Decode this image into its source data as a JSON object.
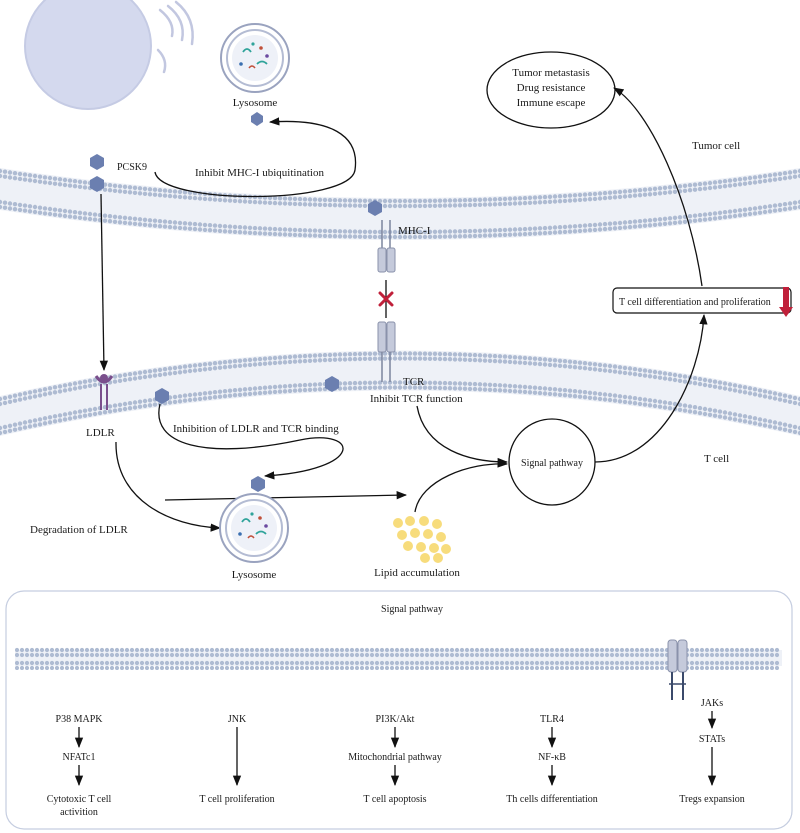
{
  "labels": {
    "lysosome_top": "Lysosome",
    "pcsk9": "PCSK9",
    "inhibit_mhc": "Inhibit MHC-I ubiquitination",
    "mhc1": "MHC-I",
    "tumor_outcome_1": "Tumor metastasis",
    "tumor_outcome_2": "Drug resistance",
    "tumor_outcome_3": "Immune escape",
    "tumor_cell": "Tumor cell",
    "t_cell_diff": "T cell differentiation and proliferation",
    "tcr": "TCR",
    "inhibit_tcr": "Inhibit TCR function",
    "ldlr": "LDLR",
    "inhibition_ldlr_tcr": "Inhibition of LDLR and TCR binding",
    "signal_pathway": "Signal pathway",
    "t_cell": "T cell",
    "degradation_ldlr": "Degradation of LDLR",
    "lysosome_bottom": "Lysosome",
    "lipid_accumulation": "Lipid accumulation"
  },
  "panel": {
    "title": "Signal pathway",
    "pathways": [
      {
        "top": "P38 MAPK",
        "middle": "NFATc1",
        "bottom_line1": "Cytotoxic T cell",
        "bottom_line2": "activition"
      },
      {
        "top": "JNK",
        "middle": "",
        "bottom_line1": "T cell proliferation",
        "bottom_line2": ""
      },
      {
        "top": "PI3K/Akt",
        "middle": "Mitochondrial pathway",
        "bottom_line1": "T cell apoptosis",
        "bottom_line2": ""
      },
      {
        "top": "TLR4",
        "middle": "NF-κB",
        "bottom_line1": "Th cells differentiation",
        "bottom_line2": ""
      },
      {
        "top": "JAKs",
        "middle": "STATs",
        "bottom_line1": "Tregs expansion",
        "bottom_line2": ""
      }
    ]
  },
  "colors": {
    "pcsk9": "#6b7fb0",
    "membrane": "#aebbd2",
    "nucleus": "#d4d9ee",
    "lipid": "#f7dc7c",
    "block_mark": "#c0203a",
    "up_arrow": "#c0203a",
    "receptor": "#c5cadb"
  },
  "icons": [
    "nucleus-icon",
    "lysosome-icon",
    "pcsk9-icon",
    "mhc1-receptor-icon",
    "tcr-receptor-icon",
    "ldlr-receptor-icon",
    "lipid-droplet-icon",
    "block-mark-icon",
    "up-arrow-icon"
  ]
}
